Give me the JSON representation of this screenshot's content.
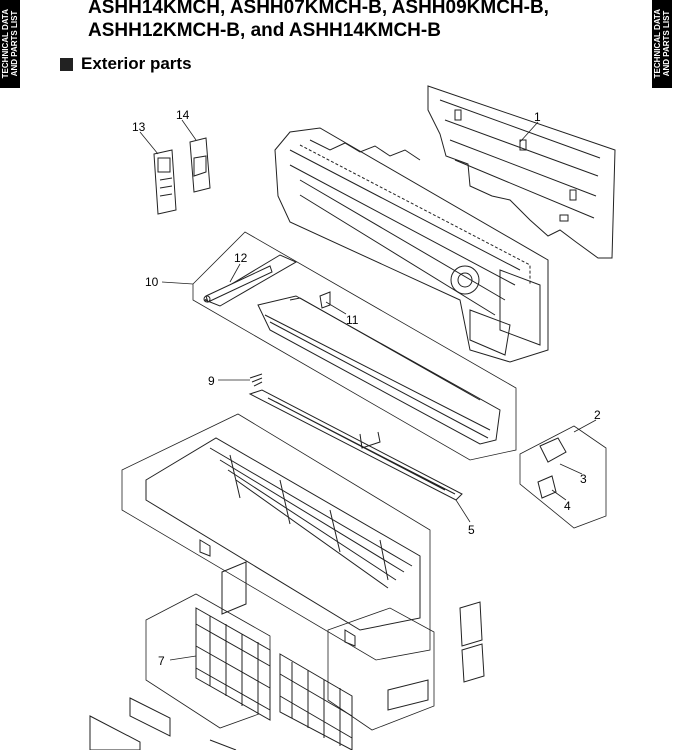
{
  "side_tabs": {
    "left": "TECHNICAL DATA\nAND PARTS LIST",
    "right": "TECHNICAL DATA\nAND PARTS LIST"
  },
  "title": {
    "line1": "ASHH14KMCH, ASHH07KMCH-B, ASHH09KMCH-B,",
    "line2": "ASHH12KMCH-B, and ASHH14KMCH-B"
  },
  "section": {
    "label": "Exterior parts"
  },
  "callouts": [
    "1",
    "2",
    "3",
    "4",
    "5",
    "7",
    "9",
    "10",
    "11",
    "12",
    "13",
    "14"
  ]
}
